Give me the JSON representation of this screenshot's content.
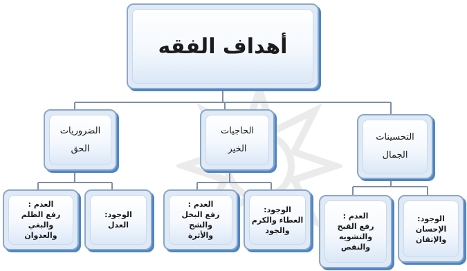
{
  "root": {
    "title": "أهداف الفقه"
  },
  "branches": [
    {
      "title": "الضروريات",
      "value": "الحق",
      "children": [
        {
          "line1": "العدم :",
          "line2": "رفع الظلم والبغي",
          "line3": "والعدوان"
        },
        {
          "line1": "الوجود:",
          "line2": "العدل"
        }
      ]
    },
    {
      "title": "الحاجيات",
      "value": "الخير",
      "children": [
        {
          "line1": "العدم :",
          "line2": "رفع البخل والشح",
          "line3": "والأثرة"
        },
        {
          "line1": "الوجود:",
          "line2": "العطاء والكرم",
          "line3": "والجود"
        }
      ]
    },
    {
      "title": "التحسينات",
      "value": "الجمال",
      "children": [
        {
          "line1": "العدم :",
          "line2": "رفع القبح",
          "line3": "والتشويه",
          "line4": "والنقص"
        },
        {
          "line1": "الوجود:",
          "line2": "الإحسان والإتقان"
        }
      ]
    }
  ],
  "colors": {
    "border": "#8aa7c8",
    "shadow": "#4d86c6",
    "connector": "#7d8fa6"
  }
}
